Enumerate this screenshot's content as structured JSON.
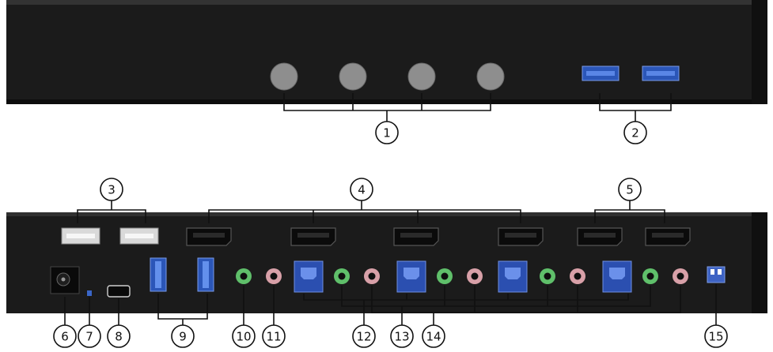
{
  "callouts": [
    {
      "id": 1,
      "label": "1"
    },
    {
      "id": 2,
      "label": "2"
    },
    {
      "id": 3,
      "label": "3"
    },
    {
      "id": 4,
      "label": "4"
    },
    {
      "id": 5,
      "label": "5"
    },
    {
      "id": 6,
      "label": "6"
    },
    {
      "id": 7,
      "label": "7"
    },
    {
      "id": 8,
      "label": "8"
    },
    {
      "id": 9,
      "label": "9"
    },
    {
      "id": 10,
      "label": "10"
    },
    {
      "id": 11,
      "label": "11"
    },
    {
      "id": 12,
      "label": "12"
    },
    {
      "id": 13,
      "label": "13"
    },
    {
      "id": 14,
      "label": "14"
    },
    {
      "id": 15,
      "label": "15"
    }
  ],
  "colors": {
    "panel": "#1b1b1b",
    "panel_edge": "#0a0a0a",
    "button": "#8e8e8e",
    "usb3_blue": "#3c6fd6",
    "usb2_white": "#e8e8e8",
    "audio_green": "#5fbf6a",
    "audio_pink": "#d8a0a8",
    "usb_b_blue": "#3a5fc8",
    "dip_switch": "#3e63c4"
  }
}
